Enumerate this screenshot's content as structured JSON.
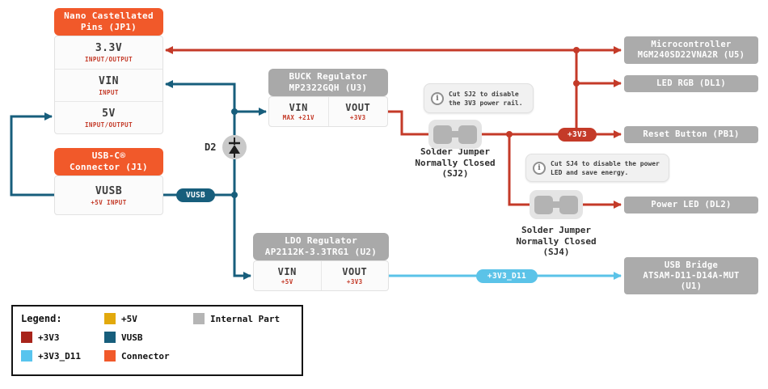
{
  "colors": {
    "connector_orange": "#F1592A",
    "internal_gray": "#ABABAB",
    "rail_3v3": "#C43A28",
    "rail_vusb": "#175E7C",
    "rail_3v3_d11": "#5BC3E8",
    "rail_5v": "#E2A90D"
  },
  "nano": {
    "header": {
      "line1": "Nano Castellated",
      "line2": "Pins (JP1)"
    },
    "pins": [
      {
        "name": "3.3V",
        "sub": "INPUT/OUTPUT"
      },
      {
        "name": "VIN",
        "sub": "INPUT"
      },
      {
        "name": "5V",
        "sub": "INPUT/OUTPUT"
      }
    ]
  },
  "usbc": {
    "header": {
      "line1": "USB-C®",
      "line2": "Connector (J1)"
    },
    "pin": {
      "name": "VUSB",
      "sub": "+5V INPUT"
    }
  },
  "buck": {
    "header": {
      "line1": "BUCK Regulator",
      "line2": "MP2322GQH (U3)"
    },
    "vin": {
      "name": "VIN",
      "sub": "MAX +21V"
    },
    "vout": {
      "name": "VOUT",
      "sub": "+3V3"
    }
  },
  "ldo": {
    "header": {
      "line1": "LDO Regulator",
      "line2": "AP2112K-3.3TRG1 (U2)"
    },
    "vin": {
      "name": "VIN",
      "sub": "+5V"
    },
    "vout": {
      "name": "VOUT",
      "sub": "+3V3"
    }
  },
  "diode": {
    "label": "D2"
  },
  "nets": {
    "vusb": "VUSB",
    "p3v3": "+3V3",
    "p3v3_d11": "+3V3_D11"
  },
  "targets": {
    "mcu": {
      "line1": "Microcontroller",
      "line2": "MGM240SD22VNA2R (U5)"
    },
    "led_rgb": "LED RGB (DL1)",
    "reset": "Reset Button (PB1)",
    "power_led": "Power LED (DL2)",
    "usb_bridge": {
      "line1": "USB Bridge",
      "line2": "ATSAM-D11-D14A-MUT",
      "line3": "(U1)"
    }
  },
  "tooltips": {
    "sj2": {
      "line1": "Cut SJ2 to disable",
      "line2": "the 3V3 power rail."
    },
    "sj4": {
      "line1": "Cut SJ4 to disable the power",
      "line2": "LED and save energy."
    }
  },
  "jumpers": {
    "sj2": {
      "line1": "Solder Jumper",
      "line2": "Normally Closed",
      "line3": "(SJ2)"
    },
    "sj4": {
      "line1": "Solder Jumper",
      "line2": "Normally Closed",
      "line3": "(SJ4)"
    }
  },
  "icons": {
    "info": "i"
  },
  "legend": {
    "title": "Legend:",
    "items": [
      {
        "label": "+5V",
        "color": "#E2A90D"
      },
      {
        "label": "Internal Part",
        "color": "#B5B5B5"
      },
      {
        "label": "+3V3",
        "color": "#A8241B"
      },
      {
        "label": "VUSB",
        "color": "#175E7C"
      },
      {
        "label": "+3V3_D11",
        "color": "#58C4EE"
      },
      {
        "label": "Connector",
        "color": "#F1592A"
      }
    ]
  }
}
